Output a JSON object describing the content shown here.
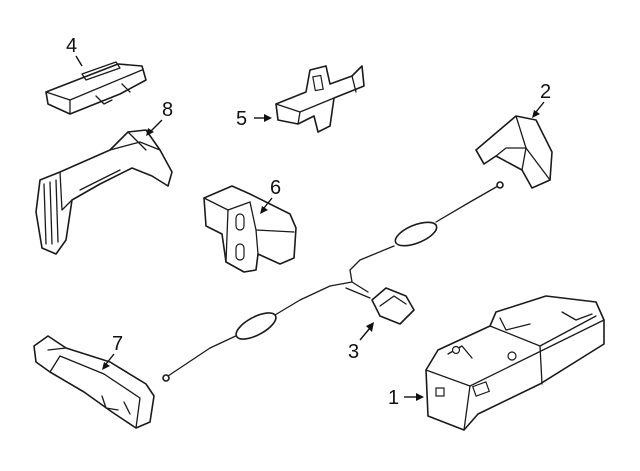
{
  "diagram": {
    "callouts": [
      {
        "id": "1",
        "text": "1"
      },
      {
        "id": "2",
        "text": "2"
      },
      {
        "id": "3",
        "text": "3"
      },
      {
        "id": "4",
        "text": "4"
      },
      {
        "id": "5",
        "text": "5"
      },
      {
        "id": "6",
        "text": "6"
      },
      {
        "id": "7",
        "text": "7"
      },
      {
        "id": "8",
        "text": "8"
      }
    ],
    "colors": {
      "line": "#1a1a1a",
      "background": "#ffffff"
    }
  }
}
